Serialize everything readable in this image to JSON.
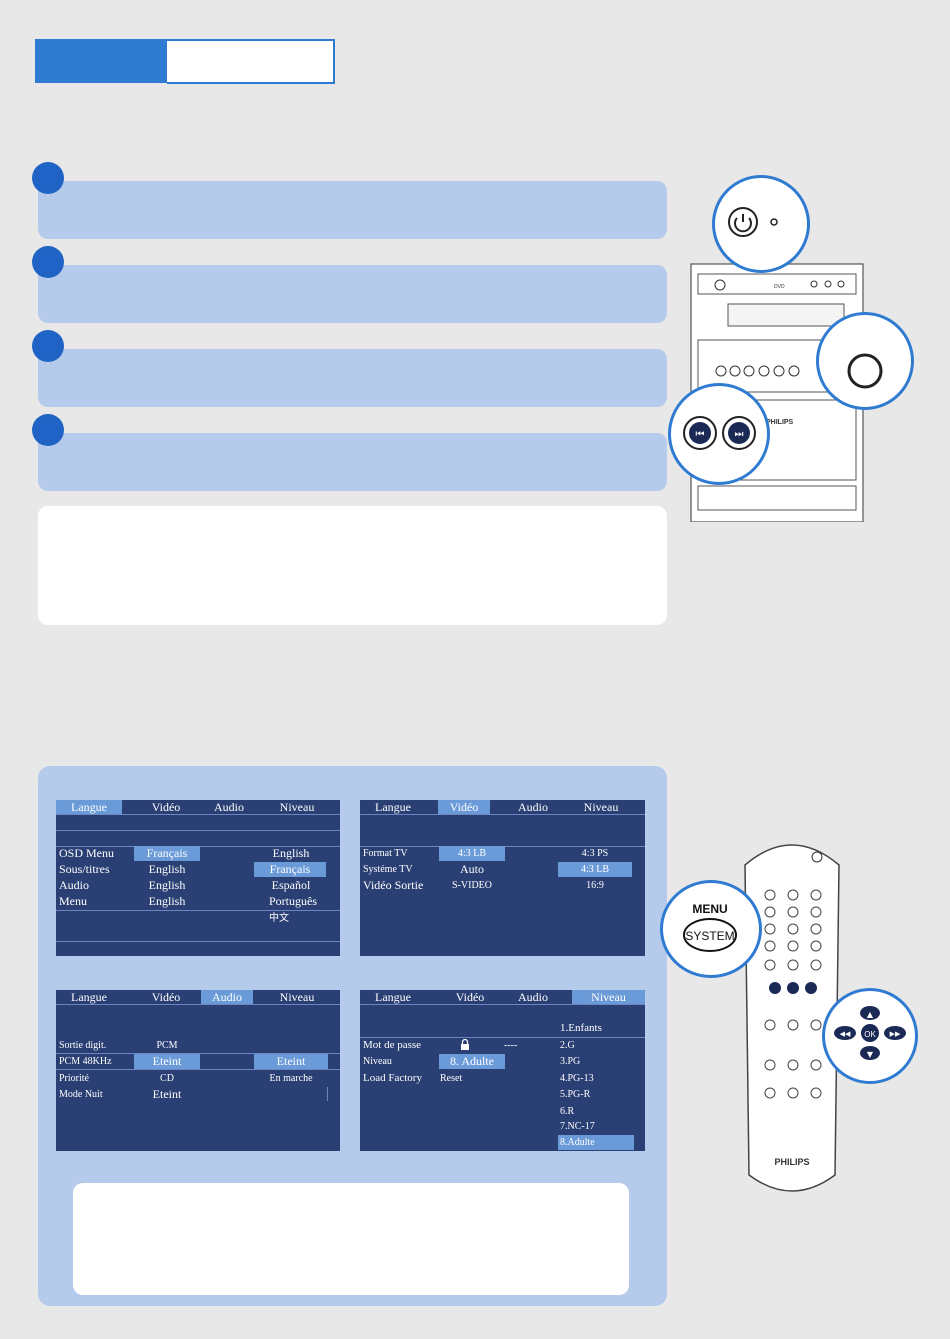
{
  "header": {
    "tab_left": "",
    "tab_right": ""
  },
  "osd_language": {
    "tabs": [
      "Langue",
      "Vidéo",
      "Audio",
      "Niveau"
    ],
    "rows": [
      {
        "label": "OSD Menu",
        "value": "Français"
      },
      {
        "label": "Sous/titres",
        "value": "English"
      },
      {
        "label": "Audio",
        "value": "English"
      },
      {
        "label": "Menu",
        "value": "English"
      }
    ],
    "options": [
      "English",
      "Français",
      "Español",
      "Português",
      "中文"
    ]
  },
  "osd_video": {
    "tabs": [
      "Langue",
      "Vidéo",
      "Audio",
      "Niveau"
    ],
    "rows": [
      {
        "label": "Format  TV",
        "value": "4:3 LB"
      },
      {
        "label": "Systéme TV",
        "value": "Auto"
      },
      {
        "label": "Vidéo Sortie",
        "value": "S-VIDEO"
      }
    ],
    "options": [
      "4:3 PS",
      "4:3 LB",
      "16:9"
    ]
  },
  "osd_audio": {
    "tabs": [
      "Langue",
      "Vidéo",
      "Audio",
      "Niveau"
    ],
    "rows": [
      {
        "label": "Sortie digit.",
        "value": "PCM"
      },
      {
        "label": "PCM 48KHz",
        "value": "Eteint"
      },
      {
        "label": "Priorité",
        "value": "CD"
      },
      {
        "label": "Mode Nuit",
        "value": "Eteint"
      }
    ],
    "options": [
      "Eteint",
      "En marche"
    ]
  },
  "osd_niveau": {
    "tabs": [
      "Langue",
      "Vidéo",
      "Audio",
      "Niveau"
    ],
    "rows": [
      {
        "label": "Mot de passe",
        "value": "----"
      },
      {
        "label": "Niveau",
        "value": "8.  Adulte"
      },
      {
        "label": "Load Factory",
        "value": "Reset"
      }
    ],
    "options": [
      "1.Enfants",
      "2.G",
      "3.PG",
      "4.PG-13",
      "5.PG-R",
      "6.R",
      "7.NC-17",
      "8.Adulte"
    ]
  },
  "device": {
    "brand": "PHILIPS",
    "dvd_label": "DVD"
  },
  "remote": {
    "brand": "PHILIPS",
    "menu_label": "MENU",
    "system_label": "SYSTEM",
    "ok_label": "OK"
  }
}
